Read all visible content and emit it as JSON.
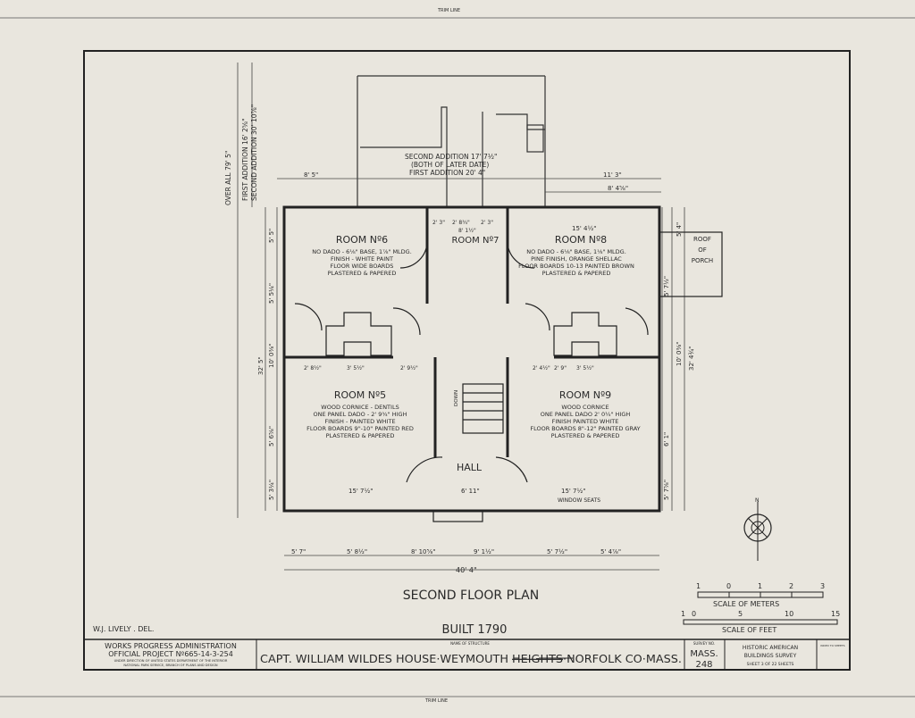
{
  "sheet": {
    "trim_line_top": "TRIM LINE",
    "trim_line_bottom": "TRIM LINE",
    "title": "SECOND FLOOR PLAN",
    "built": "BUILT 1790",
    "delineator": "W.J. LIVELY . DEL."
  },
  "additions": {
    "second": "SECOND ADDITION  17' 7½\"",
    "note": "(BOTH OF LATER DATE)",
    "first": "FIRST ADDITION  20' 4\"",
    "vertical_overall": "OVER ALL  79' 5\"",
    "vertical_first": "FIRST ADDITION  16' 2⅝\"",
    "vertical_second": "SECOND ADDITION  30' 10⅞\""
  },
  "rooms": [
    {
      "name": "ROOM Nº6",
      "notes": [
        "NO DADO - 6⅛\" BASE, 1⅞\" MLDG.",
        "FINISH - WHITE PAINT",
        "FLOOR WIDE BOARDS",
        "PLASTERED & PAPERED"
      ]
    },
    {
      "name": "ROOM Nº7",
      "notes": []
    },
    {
      "name": "ROOM Nº8",
      "notes": [
        "NO DADO - 6⅛\" BASE, 1⅛\" MLDG.",
        "PINE FINISH, ORANGE SHELLAC",
        "FLOOR BOARDS 10-13 PAINTED BROWN",
        "PLASTERED & PAPERED"
      ]
    },
    {
      "name": "ROOM Nº5",
      "notes": [
        "WOOD CORNICE - DENTILS",
        "ONE PANEL DADO - 2' 9¾\" HIGH",
        "FINISH - PAINTED WHITE",
        "FLOOR BOARDS 9\"-10\" PAINTED RED",
        "PLASTERED & PAPERED"
      ]
    },
    {
      "name": "ROOM Nº9",
      "notes": [
        "WOOD CORNICE",
        "ONE PANEL DADO 2' 0¼\" HIGH",
        "FINISH PAINTED WHITE",
        "FLOOR BOARDS 8\"-12\" PAINTED GRAY",
        "PLASTERED & PAPERED"
      ]
    },
    {
      "name": "HALL",
      "notes": []
    }
  ],
  "labels": {
    "roof_porch": [
      "ROOF",
      "OF",
      "PORCH"
    ],
    "window_seats": "WINDOW SEATS",
    "down": "DOWN",
    "north": "N"
  },
  "dimensions": {
    "top": [
      "8' 5\"",
      "11' 3\"",
      "8' 4⅝\"",
      "2' 3\"",
      "2' 8¾\"",
      "2' 3\"",
      "8' 1½\"",
      "15' 4½\""
    ],
    "bottom": [
      "5' 7\"",
      "5' 8½\"",
      "8' 10⅝\"",
      "9' 1½\"",
      "5' 7½\"",
      "5' 4⅞\""
    ],
    "bottom_total": "40' 4\"",
    "left": [
      "5' 5\"",
      "5' 5¼\"",
      "10' 0⅜\"",
      "5' 6⅝\"",
      "5' 3¼\""
    ],
    "left_total": "32' 5\"",
    "right": [
      "5' 4\"",
      "5' 7½\"",
      "10' 0⅜\"",
      "6' 1\"",
      "5' 7⅝\""
    ],
    "right_total": "32' 4¾\"",
    "inner": [
      "15' 7½\"",
      "6' 11\"",
      "15' 7½\"",
      "3' 5½\"",
      "2' 8½\"",
      "2' 9½\"",
      "2' 4½\"",
      "2' 9\"",
      "3' 5½\""
    ]
  },
  "scales": {
    "meters_ticks": [
      "1",
      "0",
      "1",
      "2",
      "3"
    ],
    "meters_label": "SCALE OF METERS",
    "feet_ticks": [
      "1",
      "0",
      "5",
      "10",
      "15"
    ],
    "feet_label": "SCALE OF FEET"
  },
  "title_block": {
    "agency_line1": "WORKS PROGRESS ADMINISTRATION",
    "agency_line2": "OFFICIAL PROJECT Nº665-14-3-254",
    "agency_line3": "UNDER DIRECTION OF UNITED STATES DEPARTMENT OF THE INTERIOR",
    "agency_line4": "NATIONAL PARK SERVICE, BRANCH OF PLANS AND DESIGN",
    "name_caption": "NAME OF STRUCTURE",
    "structure_a": "CAPT. WILLIAM WILDES HOUSE·WEYMOUTH ",
    "structure_struck": "HEIGHTS",
    "structure_b": "·NORFOLK CO·MASS.",
    "survey_caption": "SURVEY NO.",
    "survey_state": "MASS.",
    "survey_no": "248",
    "survey_name1": "HISTORIC AMERICAN",
    "survey_name2": "BUILDINGS SURVEY",
    "sheet": "SHEET 3  OF 22 SHEETS",
    "index": "INDEX TO SHEETS"
  }
}
